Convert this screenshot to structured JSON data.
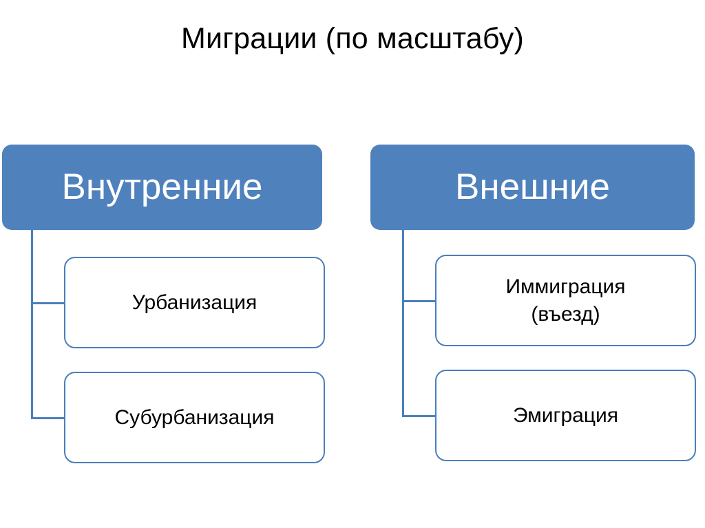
{
  "slide": {
    "title": "Миграции (по масштабу)",
    "background_color": "#FFFFFF",
    "accent_color": "#4F81BD",
    "border_color": "#4A7EBB",
    "title_color": "#000000"
  },
  "diagram": {
    "type": "hierarchy",
    "branches": [
      {
        "root": {
          "label": "Внутренние",
          "fill": "#4F81BD",
          "text_color": "#FFFFFF"
        },
        "children": [
          {
            "label": "Урбанизация"
          },
          {
            "label": "Субурбанизация"
          }
        ]
      },
      {
        "root": {
          "label": "Внешние",
          "fill": "#4F81BD",
          "text_color": "#FFFFFF"
        },
        "children": [
          {
            "label": "Иммиграция\n(въезд)",
            "line1": "Иммиграция",
            "line2": "(въезд)"
          },
          {
            "label": "Эмиграция"
          }
        ]
      }
    ]
  }
}
